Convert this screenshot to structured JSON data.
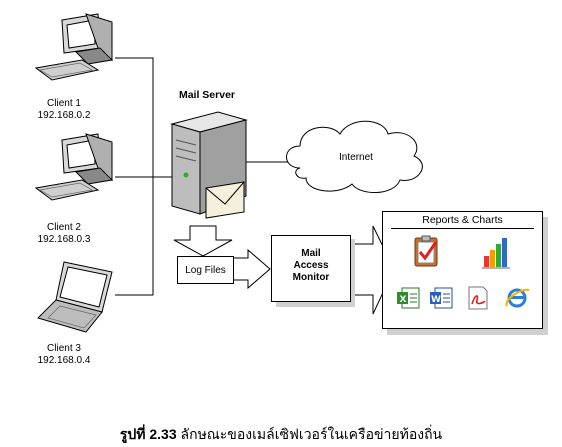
{
  "clients": [
    {
      "name": "Client 1",
      "ip": "192.168.0.2"
    },
    {
      "name": "Client 2",
      "ip": "192.168.0.3"
    },
    {
      "name": "Client 3",
      "ip": "192.168.0.4"
    }
  ],
  "mail_server_label": "Mail Server",
  "internet_label": "Internet",
  "log_files_label": "Log Files",
  "monitor_label": [
    "Mail",
    "Access",
    "Monitor"
  ],
  "reports_title": "Reports & Charts",
  "report_icons": [
    "clipboard-check-icon",
    "bar-chart-icon",
    "excel-icon",
    "word-icon",
    "pdf-icon",
    "internet-explorer-icon"
  ],
  "caption": {
    "prefix": "รูปที่ 2.33",
    "text": "ลักษณะของเมล์เซิฟเวอร์ในเครือข่ายท้องถิ่น"
  },
  "colors": {
    "line": "#000000",
    "fill": "#ffffff",
    "server_gray": "#bdbdbd"
  }
}
